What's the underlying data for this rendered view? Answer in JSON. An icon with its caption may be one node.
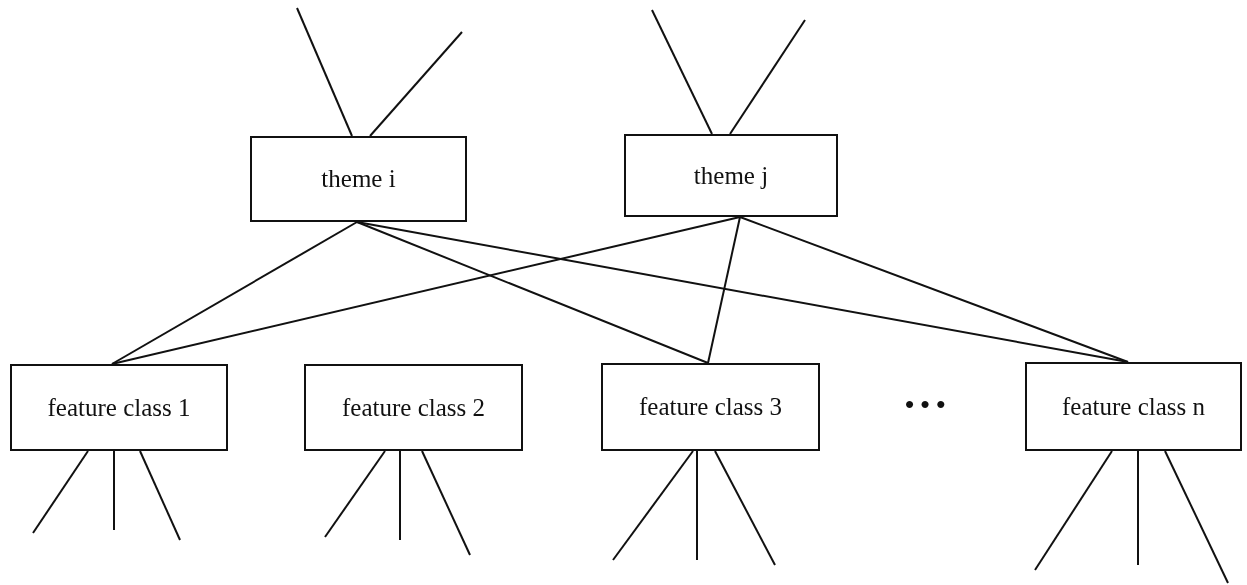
{
  "diagram": {
    "nodes": [
      {
        "text": [
          "theme i"
        ]
      },
      {
        "text": [
          "theme j"
        ]
      },
      {
        "text": [
          "feature class 1"
        ]
      },
      {
        "text": [
          "feature class 2"
        ]
      },
      {
        "text": [
          "feature class 3"
        ]
      },
      {
        "text": [
          "feature class n"
        ]
      }
    ],
    "edges": [
      {
        "from": 0,
        "to": 2,
        "arrow": "none"
      },
      {
        "from": 0,
        "to": 4,
        "arrow": "none"
      },
      {
        "from": 0,
        "to": 5,
        "arrow": "none"
      },
      {
        "from": 1,
        "to": 2,
        "arrow": "none"
      },
      {
        "from": 1,
        "to": 4,
        "arrow": "none"
      },
      {
        "from": 1,
        "to": 5,
        "arrow": "none"
      },
      {
        "from": null,
        "to": 0,
        "arrow": "none"
      },
      {
        "from": null,
        "to": 0,
        "arrow": "none"
      },
      {
        "from": null,
        "to": 1,
        "arrow": "none"
      },
      {
        "from": null,
        "to": 1,
        "arrow": "none"
      },
      {
        "from": 2,
        "to": null,
        "arrow": "none"
      },
      {
        "from": 2,
        "to": null,
        "arrow": "none"
      },
      {
        "from": 2,
        "to": null,
        "arrow": "none"
      },
      {
        "from": 3,
        "to": null,
        "arrow": "none"
      },
      {
        "from": 3,
        "to": null,
        "arrow": "none"
      },
      {
        "from": 3,
        "to": null,
        "arrow": "none"
      },
      {
        "from": 4,
        "to": null,
        "arrow": "none"
      },
      {
        "from": 4,
        "to": null,
        "arrow": "none"
      },
      {
        "from": 4,
        "to": null,
        "arrow": "none"
      },
      {
        "from": 5,
        "to": null,
        "arrow": "none"
      },
      {
        "from": 5,
        "to": null,
        "arrow": "none"
      },
      {
        "from": 5,
        "to": null,
        "arrow": "none"
      }
    ],
    "labels": [
      "• • •"
    ]
  }
}
